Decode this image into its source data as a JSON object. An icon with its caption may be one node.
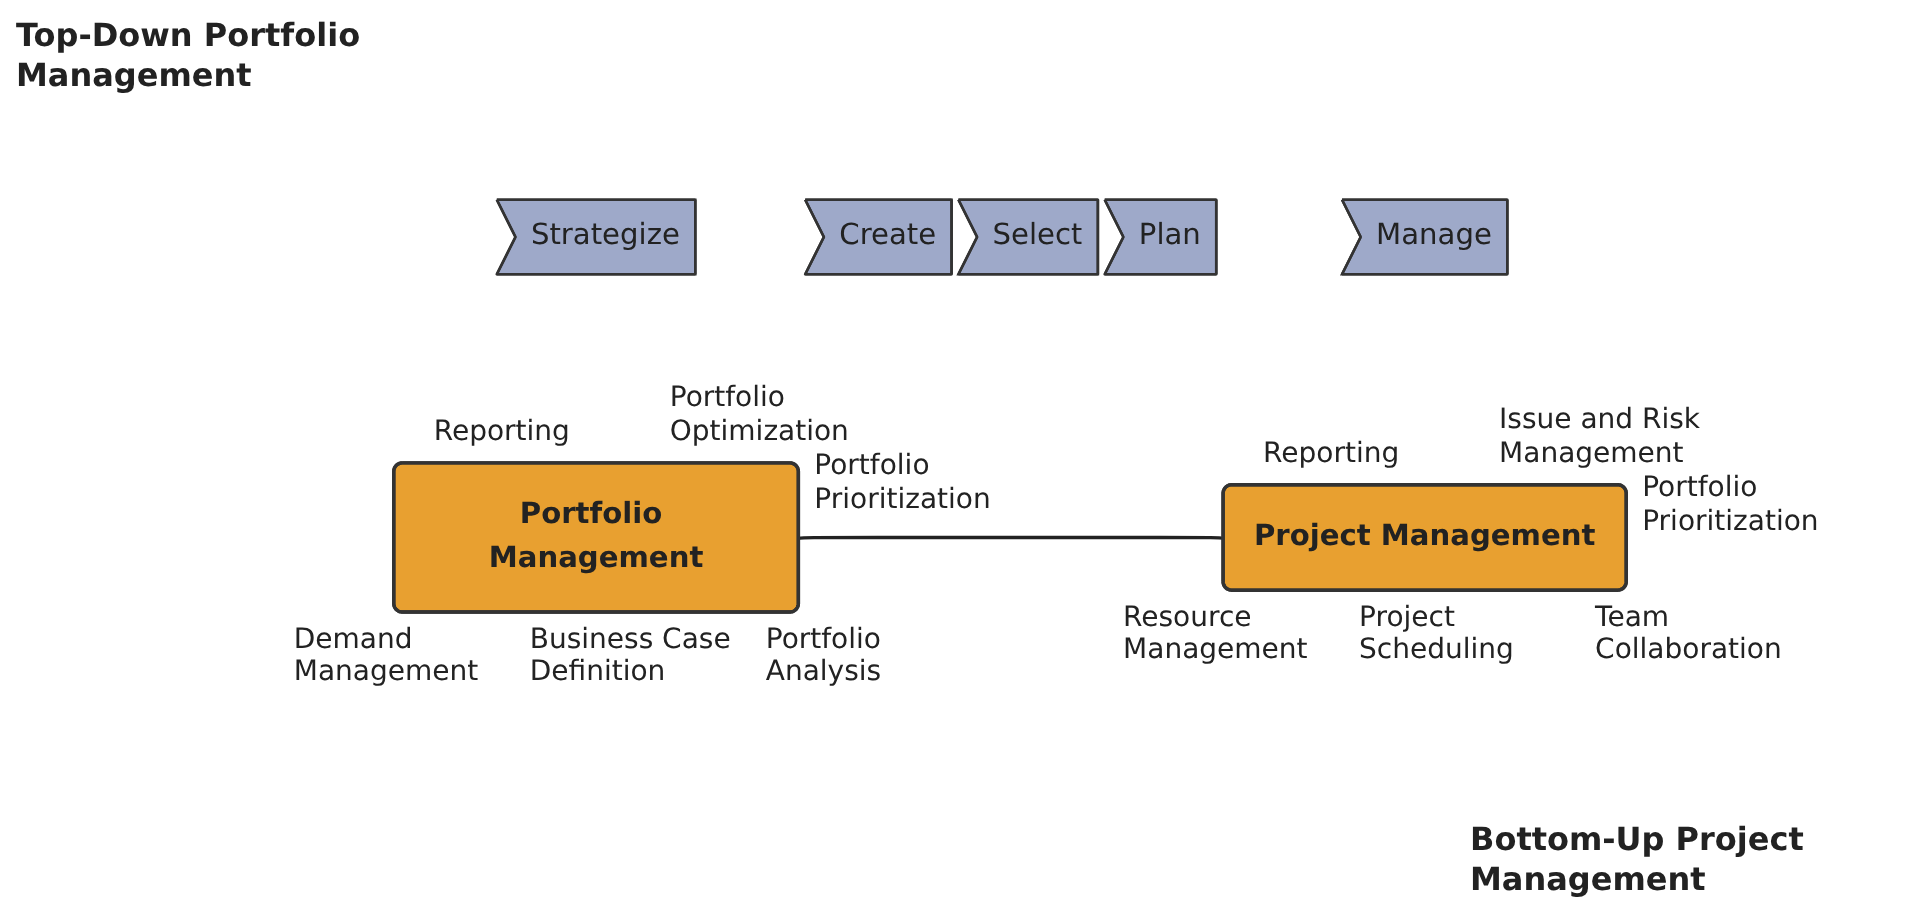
{
  "diagram": {
    "nodes": [
      {
        "text": [
          "Strategize"
        ]
      },
      {
        "text": [
          "Create"
        ]
      },
      {
        "text": [
          "Select"
        ]
      },
      {
        "text": [
          "Plan"
        ]
      },
      {
        "text": [
          "Manage"
        ]
      },
      {
        "text": [
          "Portfolio Management"
        ],
        "beside": [
          "Reporting",
          "Portfolio Optimization",
          "Portfolio Prioritization",
          "Demand Management",
          "Business Case Definition",
          "Portfolio Analysis"
        ]
      },
      {
        "text": [
          "Project Management"
        ],
        "beside": [
          "Reporting",
          "Issue and Risk Management",
          "Portfolio Prioritization",
          "Resource Management",
          "Project Scheduling",
          "Team Collaboration"
        ]
      }
    ],
    "edges": [
      {
        "from": 5,
        "to": 6,
        "arrow": "none"
      }
    ],
    "labels": [
      "Top-Down Portfolio Management",
      "Bottom-Up Project Management"
    ]
  }
}
